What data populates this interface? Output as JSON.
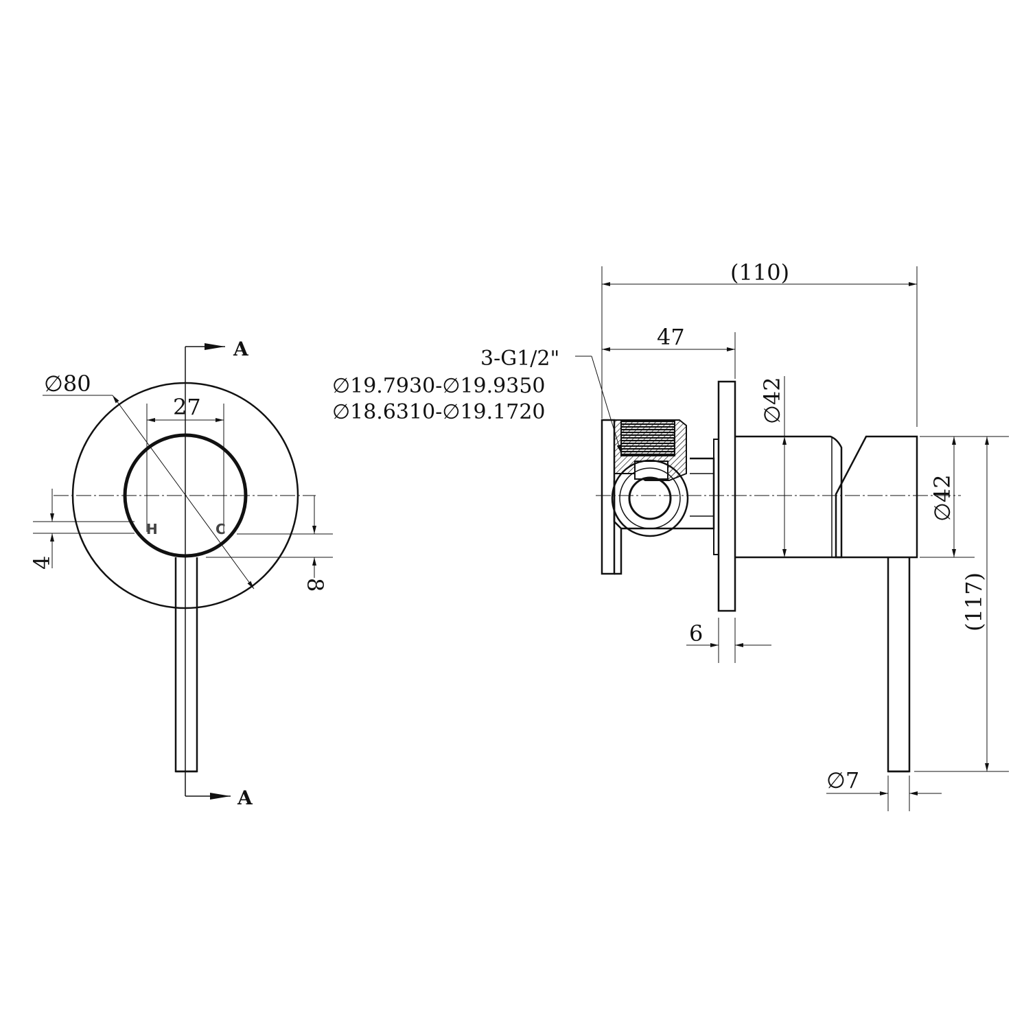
{
  "colors": {
    "line": "#111111",
    "background": "#ffffff",
    "hc_label": "#444444"
  },
  "front_view": {
    "section_marker_top": "A",
    "section_marker_bottom": "A",
    "dia_plate": "∅80",
    "hc_spacing": "27",
    "hot_label": "H",
    "cold_label": "C",
    "offset_h": "4",
    "offset_c": "8"
  },
  "side_view": {
    "overall_depth": "(110)",
    "body_depth": "47",
    "thread_spec": "3-G1/2\"",
    "thread_dia_1": "∅19.7930-∅19.9350",
    "thread_dia_2": "∅18.6310-∅19.1720",
    "body_dia": "∅42",
    "handle_dia": "∅42",
    "plate_thickness": "6",
    "lever_height": "(117)",
    "lever_dia": "∅7"
  }
}
